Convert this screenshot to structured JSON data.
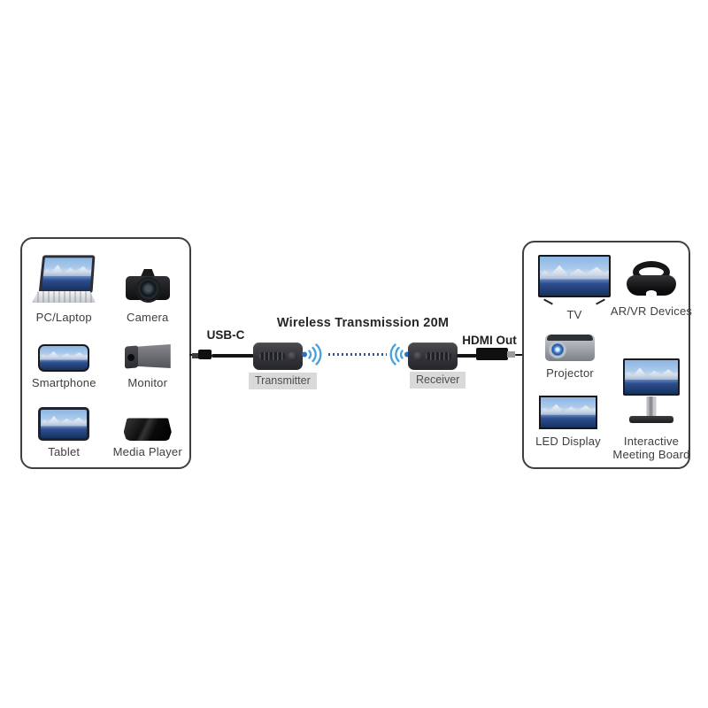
{
  "link": {
    "title": "Wireless Transmission 20M",
    "usb_label": "USB-C",
    "hdmi_label": "HDMI Out",
    "tx_label": "Transmitter",
    "rx_label": "Receiver"
  },
  "sources": {
    "items": [
      {
        "label": "PC/Laptop",
        "icon": "laptop-icon"
      },
      {
        "label": "Camera",
        "icon": "camera-icon"
      },
      {
        "label": "Smartphone",
        "icon": "smartphone-icon"
      },
      {
        "label": "Monitor",
        "icon": "monitor-camera-icon"
      },
      {
        "label": "Tablet",
        "icon": "tablet-icon"
      },
      {
        "label": "Media Player",
        "icon": "media-player-icon"
      }
    ]
  },
  "outputs": {
    "items": [
      {
        "label": "TV",
        "icon": "tv-icon"
      },
      {
        "label": "AR/VR Devices",
        "icon": "vr-headset-icon"
      },
      {
        "label": "Projector",
        "icon": "projector-icon"
      },
      {
        "label": "Interactive Meeting Board",
        "icon": "meeting-board-icon"
      },
      {
        "label": "LED Display",
        "icon": "led-display-icon"
      }
    ]
  },
  "colors": {
    "wireless_arc_blue": "#45a0dc",
    "wireless_dot_blue": "#2e6fbf",
    "dotted_line_blue": "#2b57a8",
    "tag_background": "#d9d9d9",
    "panel_border": "#3f3f3f"
  }
}
